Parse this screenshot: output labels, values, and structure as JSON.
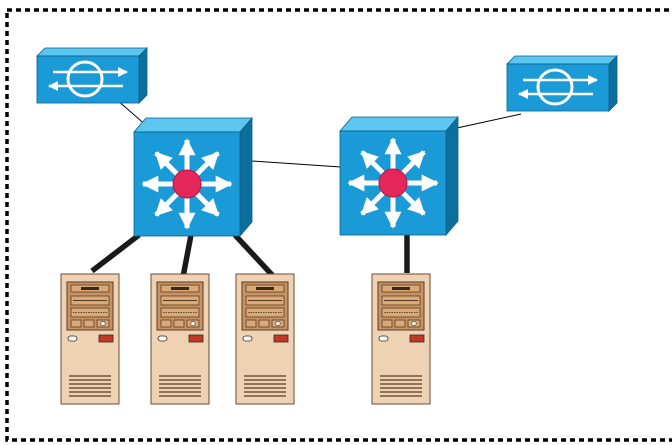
{
  "diagram": {
    "nodes": [
      {
        "id": "transport-left",
        "kind": "optical-transport-router",
        "icon": "optical-ring-icon"
      },
      {
        "id": "transport-right",
        "kind": "optical-transport-router",
        "icon": "optical-ring-icon"
      },
      {
        "id": "switch-left",
        "kind": "layer3-switch",
        "icon": "multilayer-switch-icon"
      },
      {
        "id": "switch-right",
        "kind": "layer3-switch",
        "icon": "multilayer-switch-icon"
      },
      {
        "id": "pc-1",
        "kind": "workstation-tower",
        "icon": "pc-tower-icon"
      },
      {
        "id": "pc-2",
        "kind": "workstation-tower",
        "icon": "pc-tower-icon"
      },
      {
        "id": "pc-3",
        "kind": "workstation-tower",
        "icon": "pc-tower-icon"
      },
      {
        "id": "pc-4",
        "kind": "workstation-tower",
        "icon": "pc-tower-icon"
      }
    ],
    "links": [
      {
        "from": "transport-left",
        "to": "switch-left",
        "style": "thin"
      },
      {
        "from": "switch-left",
        "to": "switch-right",
        "style": "thin"
      },
      {
        "from": "switch-right",
        "to": "transport-right",
        "style": "thin"
      },
      {
        "from": "switch-left",
        "to": "pc-1",
        "style": "thick"
      },
      {
        "from": "switch-left",
        "to": "pc-2",
        "style": "thick"
      },
      {
        "from": "switch-left",
        "to": "pc-3",
        "style": "thick"
      },
      {
        "from": "switch-right",
        "to": "pc-4",
        "style": "thick"
      }
    ],
    "colors": {
      "device_blue": "#1a9ad6",
      "device_top": "#5cc6ef",
      "device_side": "#0d6f9e",
      "hub_red": "#e5265a",
      "pc_beige": "#eed2b3",
      "pc_panel": "#c69366",
      "border": "#000000"
    }
  }
}
